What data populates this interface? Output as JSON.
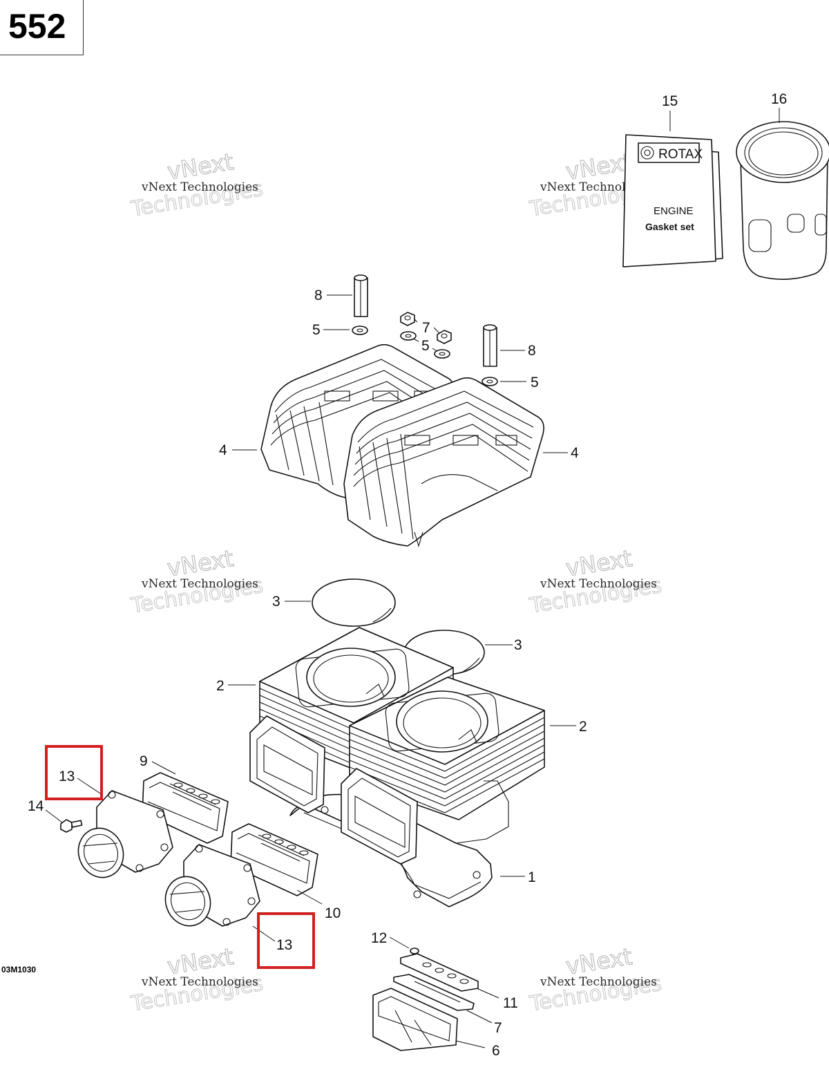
{
  "page": {
    "number": "552"
  },
  "figure": {
    "code": "03M1030"
  },
  "watermark": {
    "line1": "vNext Technologies",
    "line2": "vNext",
    "line3": "Technologies"
  },
  "kit": {
    "brand": "ROTAX",
    "line1": "ENGINE",
    "line2": "Gasket  set"
  },
  "callouts": [
    "1",
    "2",
    "2",
    "3",
    "3",
    "4",
    "4",
    "5",
    "5",
    "5",
    "6",
    "7",
    "7",
    "8",
    "8",
    "9",
    "10",
    "11",
    "12",
    "13",
    "13",
    "14",
    "15",
    "16"
  ],
  "highlight": {
    "color": "#d21f1f",
    "items": [
      "13"
    ]
  }
}
